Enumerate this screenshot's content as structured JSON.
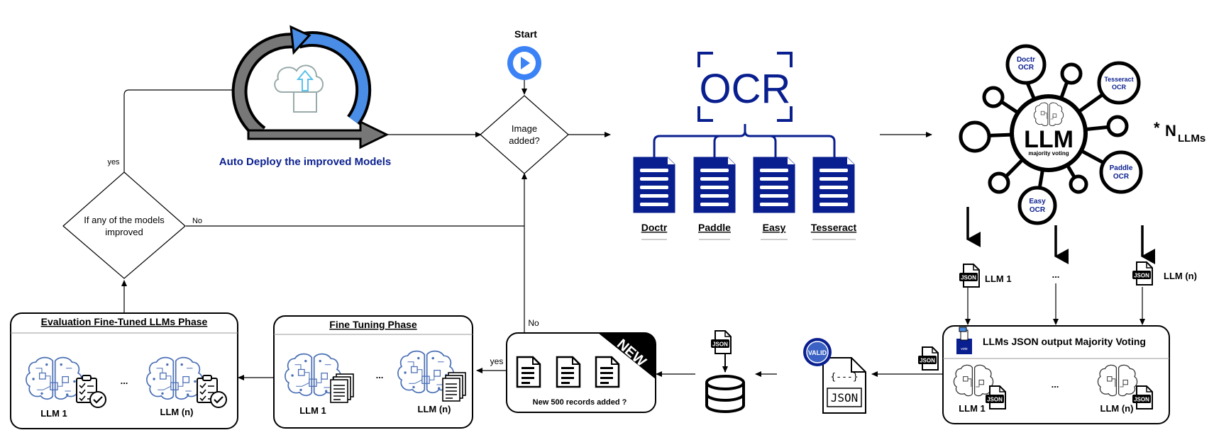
{
  "start": {
    "label": "Start"
  },
  "decision_image": {
    "line1": "Image",
    "line2": "added?"
  },
  "decision_improved": {
    "line1": "If any of the models",
    "line2": "improved",
    "yes": "yes",
    "no": "No"
  },
  "auto_deploy": {
    "label": "Auto Deploy the improved Models"
  },
  "ocr": {
    "logo_text": "OCR",
    "engines": [
      "Doctr",
      "Paddle",
      "Easy",
      "Tesseract"
    ]
  },
  "llm_hub": {
    "center_title": "LLM",
    "center_subtitle": "majority voting",
    "satellites": [
      {
        "line1": "Doctr",
        "line2": "OCR"
      },
      {
        "line1": "Tesseract",
        "line2": "OCR"
      },
      {
        "line1": "Paddle",
        "line2": "OCR"
      },
      {
        "line1": "Easy",
        "line2": "OCR"
      }
    ],
    "multiplier_star": "*",
    "multiplier_n": "N",
    "multiplier_sub": "LLMs"
  },
  "json_outputs": {
    "llm1": "LLM 1",
    "ellipsis": "...",
    "llmn": "LLM (n)",
    "json_tag": "JSON"
  },
  "voting_box": {
    "title": "LLMs JSON output Majority Voting",
    "llm1": "LLM 1",
    "ellipsis": "...",
    "llmn": "LLM (n)",
    "vote_tag": "vote"
  },
  "valid": {
    "badge": "VALID",
    "doc_top": "{---}",
    "doc_bottom": "JSON"
  },
  "db_json_tag": "JSON",
  "new_records": {
    "ribbon": "NEW",
    "caption": "New 500 records added ?",
    "no": "No",
    "yes": "yes"
  },
  "fine_tuning": {
    "title": "Fine Tuning Phase",
    "llm1": "LLM 1",
    "ellipsis": "...",
    "llmn": "LLM (n)"
  },
  "evaluation": {
    "title": "Evaluation Fine-Tuned LLMs Phase",
    "llm1": "LLM 1",
    "ellipsis": "...",
    "llmn": "LLM (n)"
  },
  "colors": {
    "navy": "#0a1f8f",
    "blue": "#3b82f6",
    "accent": "#4a8de6",
    "black": "#000000"
  }
}
